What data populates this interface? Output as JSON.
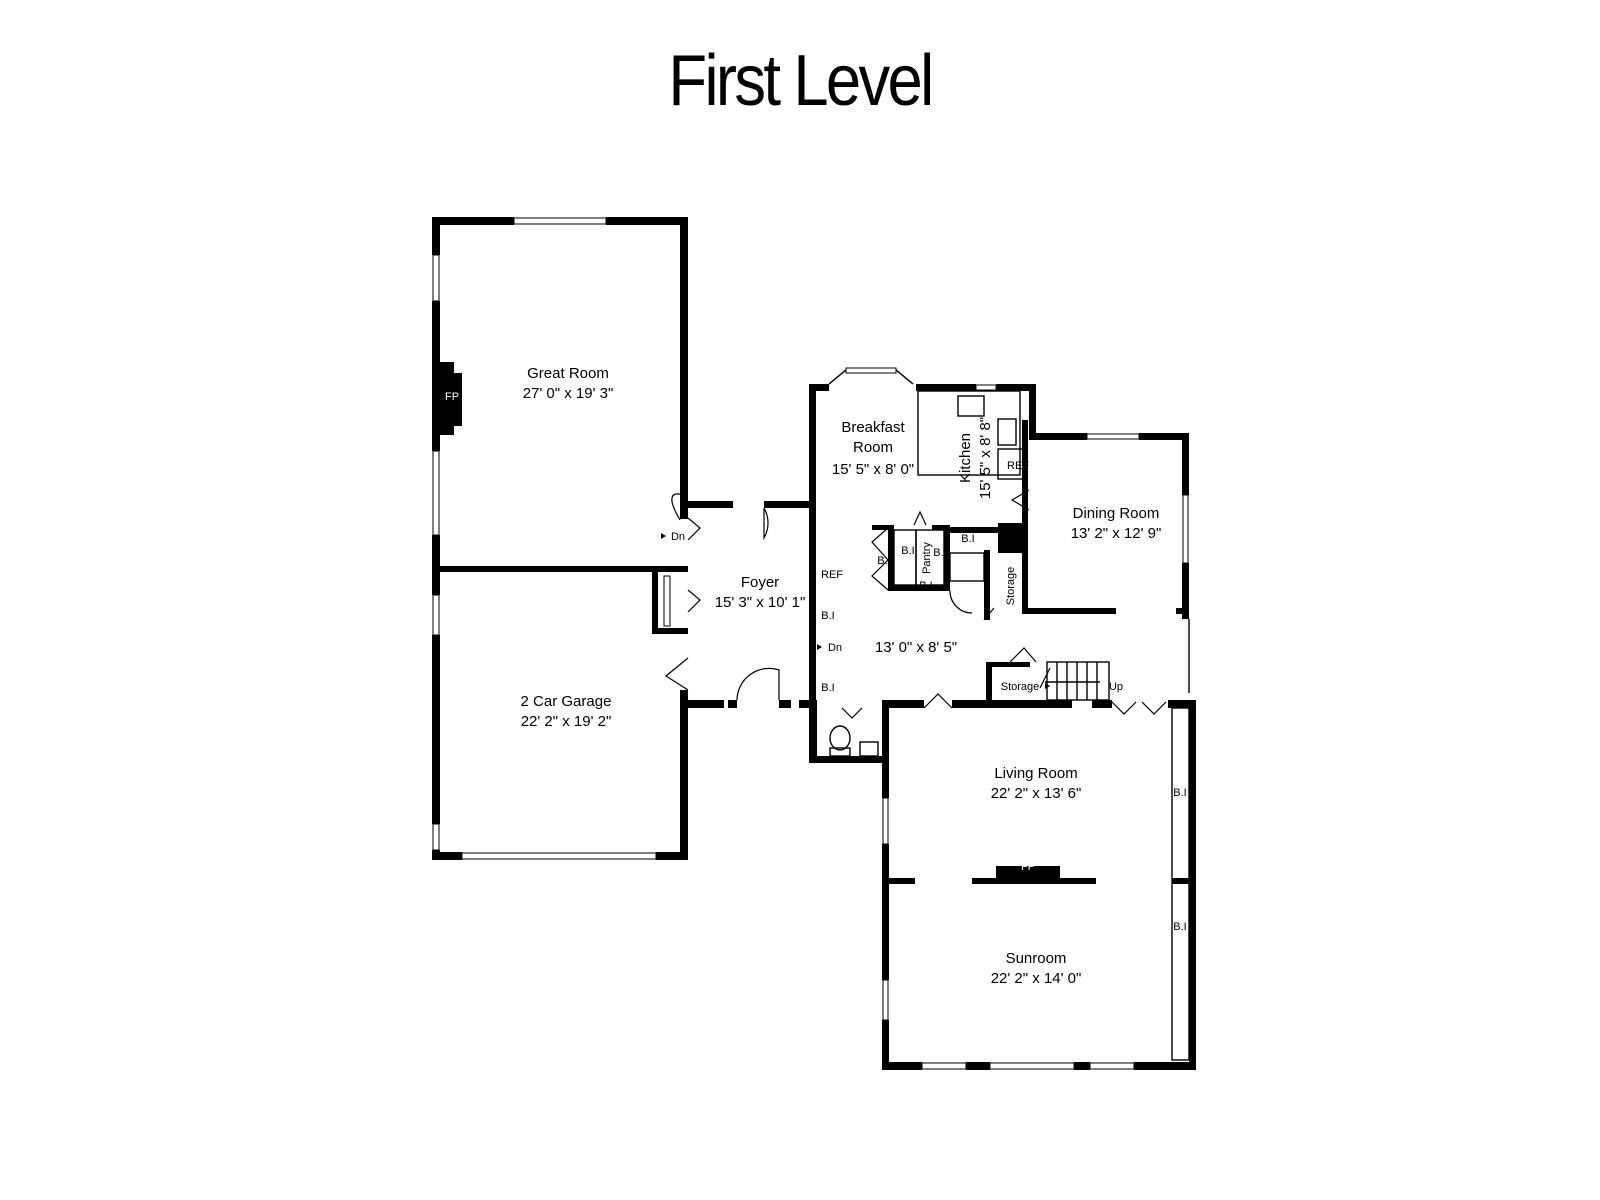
{
  "title": "First Level",
  "rooms": {
    "great_room": {
      "name": "Great Room",
      "size": "27' 0\" x 19' 3\""
    },
    "garage": {
      "name": "2 Car Garage",
      "size": "22' 2\" x 19' 2\""
    },
    "breakfast": {
      "name_1": "Breakfast",
      "name_2": "Room",
      "size": "15' 5\" x 8' 0\""
    },
    "kitchen": {
      "name": "Kitchen",
      "size": "15' 5\" x 8' 8\""
    },
    "dining": {
      "name": "Dining Room",
      "size": "13' 2\" x 12' 9\""
    },
    "foyer": {
      "name": "Foyer",
      "size": "15' 3\" x 10' 1\""
    },
    "hall": {
      "size": "13' 0\" x 8' 5\""
    },
    "living": {
      "name": "Living Room",
      "size": "22' 2\" x 13' 6\""
    },
    "sunroom": {
      "name": "Sunroom",
      "size": "22' 2\" x 14' 0\""
    }
  },
  "fixtures": {
    "fp": "FP",
    "ref": "REF",
    "bi": "B.I",
    "pantry": "Pantry",
    "storage": "Storage",
    "dn": "Dn",
    "up": "Up"
  }
}
